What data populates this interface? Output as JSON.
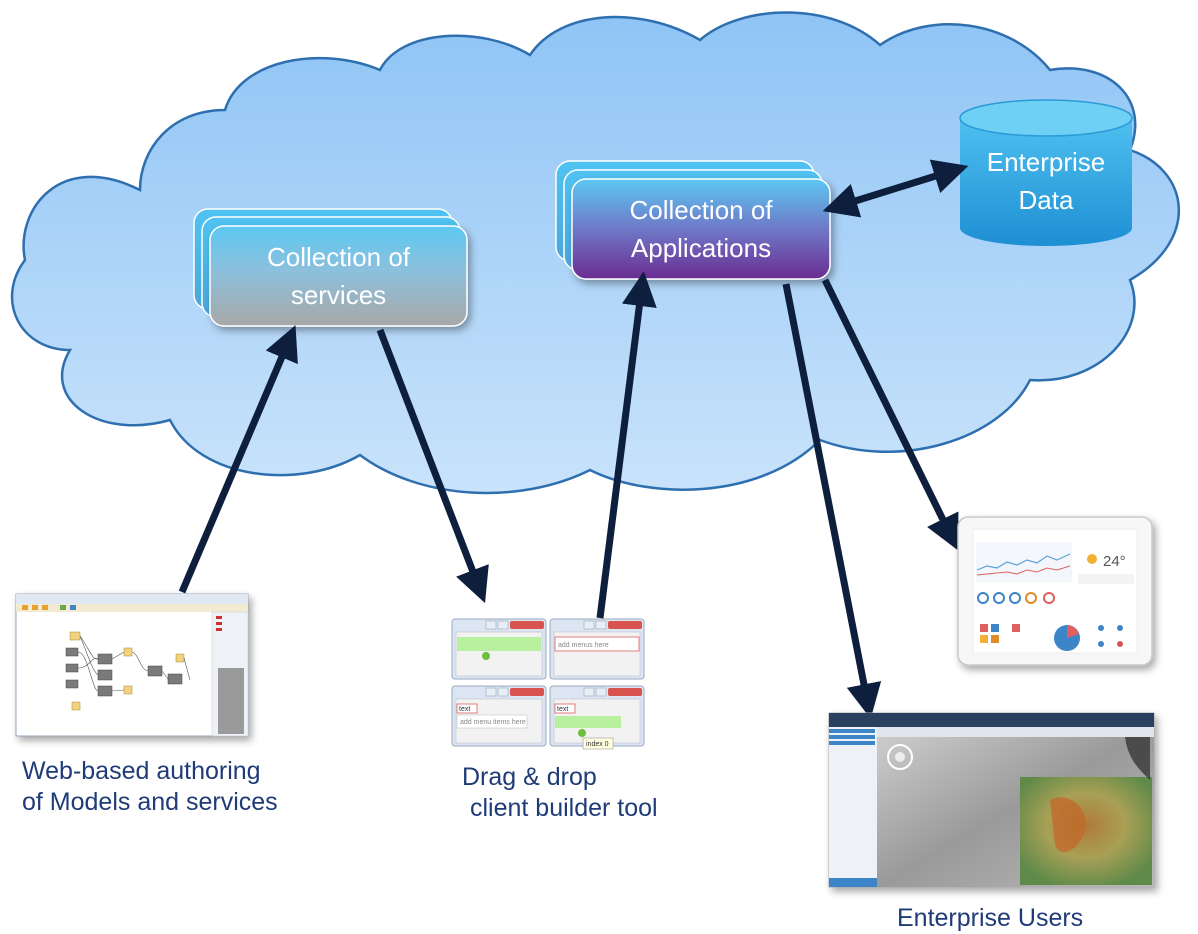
{
  "nodes": {
    "services": [
      "Collection of",
      "services"
    ],
    "applications": [
      "Collection of",
      "Applications"
    ],
    "enterprise_data": [
      "Enterprise",
      "Data"
    ]
  },
  "captions": {
    "authoring": [
      "Web-based authoring",
      "of Models and services"
    ],
    "builder": [
      "Drag & drop",
      "client builder tool"
    ],
    "users": "Enterprise Users"
  },
  "builder_ui": {
    "menus_placeholder": "add menus here",
    "menu_items_placeholder": "add menu items here",
    "text_tag": "text",
    "index_tooltip": "index 0"
  },
  "tablet_ui": {
    "temperature": "24°"
  },
  "colors": {
    "cloud_fill": "#a9d0f5",
    "cloud_stroke": "#2e6fb0",
    "arrow": "#0d1f3c",
    "caption_text": "#1f3b78",
    "services_box_top": "#5cc8f2",
    "services_box_bottom": "#a6a6a6",
    "applications_box_top": "#5cc8f2",
    "applications_box_bottom": "#6a2c91",
    "database": "#29a8e8"
  }
}
